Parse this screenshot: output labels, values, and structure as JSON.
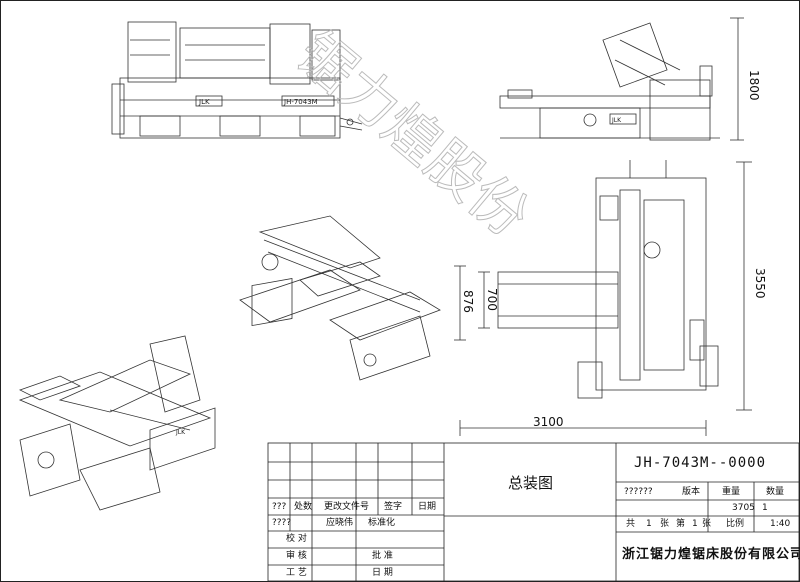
{
  "drawing": {
    "dimensions": {
      "height_side": "1800",
      "total_width": "3100",
      "total_depth": "3550",
      "table_width": "876",
      "table_inner": "700"
    },
    "machine_badges": {
      "front_logo": "JLK",
      "front_model": "JH-7043M",
      "side_logo": "JLK",
      "iso_left_logo": "JLK"
    },
    "watermark": "锯力煌股份"
  },
  "title_block": {
    "drawing_number": "JH-7043M--0000",
    "drawing_title": "总装图",
    "company": "浙江锯力煌锯床股份有限公司",
    "meta_headers": {
      "phase": "??????",
      "label_ban": "版本",
      "weight": "重量",
      "scale": "数量"
    },
    "meta_values": {
      "weight_value": "3705",
      "qty_value": "1"
    },
    "sheet_row": {
      "total": "共",
      "sheet1": "1",
      "zhang1": "张",
      "no": "第",
      "sheet2": "1",
      "zhang2": "张",
      "ratio_label": "比例",
      "ratio_value": "1:40"
    },
    "revision_headers": {
      "mark": "???",
      "count": "处数",
      "doc": "更改文件号",
      "sign": "签字",
      "date": "日期"
    },
    "approval_row": {
      "left": "????",
      "designer": "应晓伟",
      "standard": "标准化"
    },
    "sign_rows": [
      {
        "label": "校 对",
        "right": ""
      },
      {
        "label": "审 核",
        "right": "批 准"
      },
      {
        "label": "工 艺",
        "right": "日 期"
      }
    ]
  }
}
